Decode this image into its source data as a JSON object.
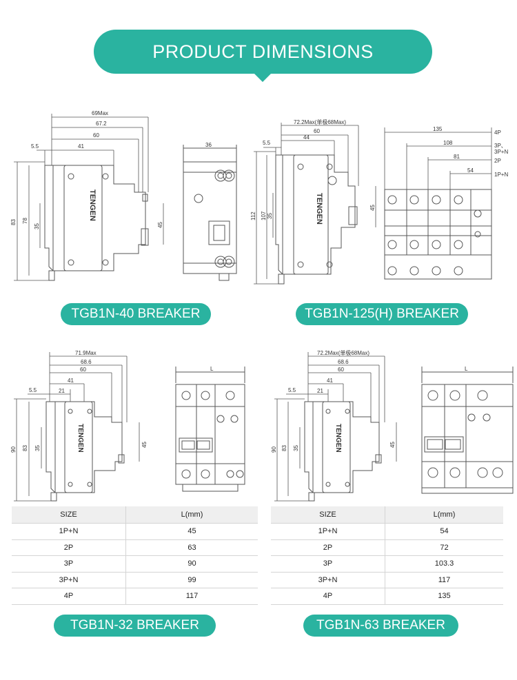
{
  "header": {
    "title": "PRODUCT DIMENSIONS"
  },
  "colors": {
    "accent": "#2ab3a0",
    "line": "#555555",
    "table_header_bg": "#efefef"
  },
  "breakers": {
    "tgb1n40": {
      "label": "TGB1N-40 BREAKER",
      "brand": "TENGEN",
      "dims": {
        "total_max": "69Max",
        "d67": "67.2",
        "d60": "60",
        "d41": "41",
        "d55": "5.5",
        "h83": "83",
        "h78": "78",
        "h35": "35",
        "h45": "45",
        "side_width": "36"
      }
    },
    "tgb1n125": {
      "label": "TGB1N-125(H) BREAKER",
      "brand": "TENGEN",
      "dims": {
        "total_max": "72.2Max(单极68Max)",
        "d60": "60",
        "d44": "44",
        "d55": "5.5",
        "h112": "112",
        "h107": "107",
        "h35": "35",
        "h45": "45",
        "w135": "135",
        "w108": "108",
        "w81": "81",
        "w54": "54",
        "p4": "4P",
        "p3": "3P、",
        "p3n": "3P+N",
        "p2": "2P",
        "p1": "1P+N"
      }
    },
    "tgb1n32": {
      "label": "TGB1N-32 BREAKER",
      "brand": "TENGEN",
      "dims": {
        "total_max": "71.9Max",
        "d686": "68.6",
        "d60": "60",
        "d41": "41",
        "d55": "5.5",
        "d21": "21",
        "h90": "90",
        "h83": "83",
        "h35": "35",
        "h45": "45",
        "front_width": "L"
      },
      "table": {
        "headers": [
          "SIZE",
          "L(mm)"
        ],
        "rows": [
          {
            "size": "1P+N",
            "l": "45"
          },
          {
            "size": "2P",
            "l": "63"
          },
          {
            "size": "3P",
            "l": "90"
          },
          {
            "size": "3P+N",
            "l": "99"
          },
          {
            "size": "4P",
            "l": "117"
          }
        ]
      }
    },
    "tgb1n63": {
      "label": "TGB1N-63 BREAKER",
      "brand": "TENGEN",
      "dims": {
        "total_max": "72.2Max(单极68Max)",
        "d686": "68.6",
        "d60": "60",
        "d41": "41",
        "d55": "5.5",
        "d21": "21",
        "h90": "90",
        "h83": "83",
        "h35": "35",
        "h45": "45",
        "front_width": "L"
      },
      "table": {
        "headers": [
          "SIZE",
          "L(mm)"
        ],
        "rows": [
          {
            "size": "1P+N",
            "l": "54"
          },
          {
            "size": "2P",
            "l": "72"
          },
          {
            "size": "3P",
            "l": "103.3"
          },
          {
            "size": "3P+N",
            "l": "117"
          },
          {
            "size": "4P",
            "l": "135"
          }
        ]
      }
    }
  }
}
